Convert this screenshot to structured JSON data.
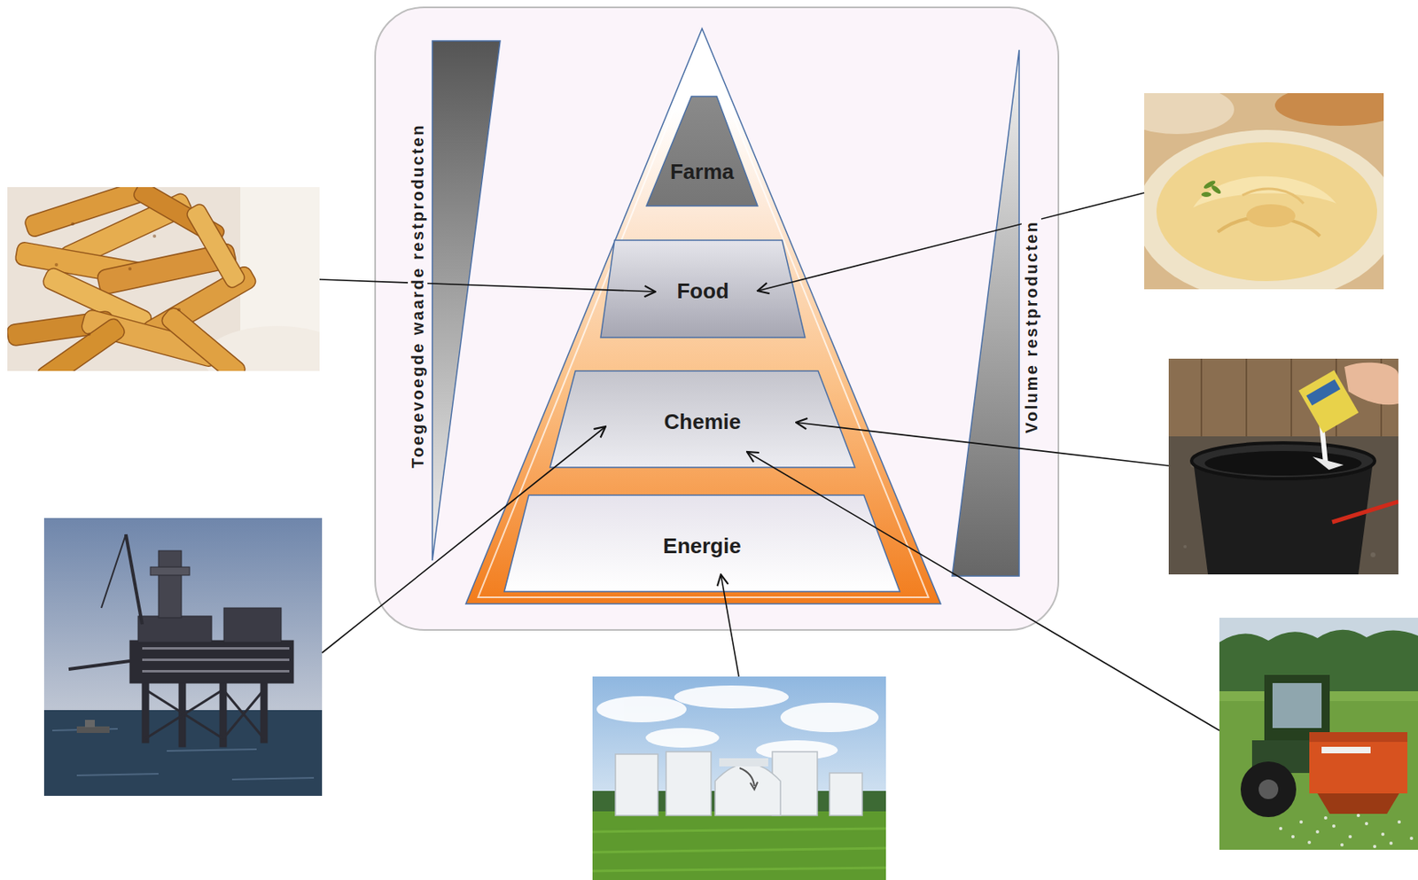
{
  "diagram": {
    "nodes": [
      {
        "text": [
          "Farma"
        ]
      },
      {
        "text": [
          "Food"
        ]
      },
      {
        "text": [
          "Chemie"
        ]
      },
      {
        "text": [
          "Energie"
        ]
      }
    ],
    "labels": [
      "Toegevoegde waarde restproducten",
      "Volume restproducten"
    ]
  }
}
